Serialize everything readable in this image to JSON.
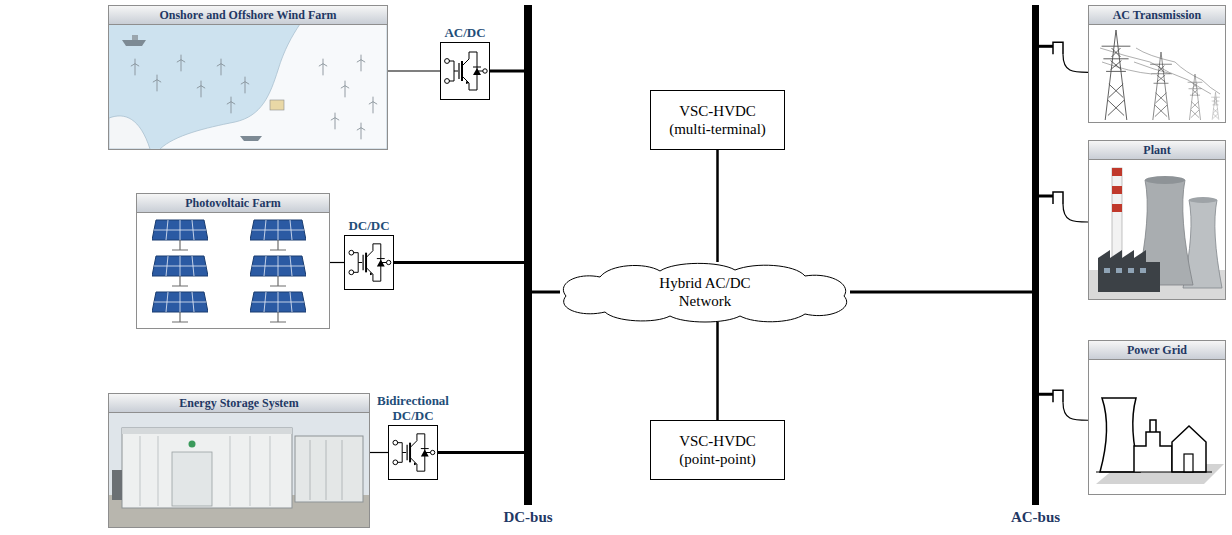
{
  "diagram": {
    "nodes": [
      {
        "text": [
          "Onshore and Offshore Wind Farm"
        ]
      },
      {
        "text": [
          "AC/DC"
        ]
      },
      {
        "text": [
          "Photovoltaic Farm"
        ]
      },
      {
        "text": [
          "DC/DC"
        ]
      },
      {
        "text": [
          "Energy Storage System"
        ]
      },
      {
        "text": [
          "Bidirectional DC/DC"
        ]
      },
      {
        "text": [
          "DC-bus"
        ]
      },
      {
        "text": [
          "VSC-HVDC (multi-terminal)"
        ]
      },
      {
        "text": [
          "Hybrid AC/DC Network"
        ]
      },
      {
        "text": [
          "VSC-HVDC (point-point)"
        ]
      },
      {
        "text": [
          "AC-bus"
        ]
      },
      {
        "text": [
          "AC Transmission"
        ]
      },
      {
        "text": [
          "Plant"
        ]
      },
      {
        "text": [
          "Power Grid"
        ]
      }
    ],
    "edges": [
      {
        "from": 0,
        "to": 1,
        "arrow": "none"
      },
      {
        "from": 1,
        "to": 6,
        "arrow": "none"
      },
      {
        "from": 2,
        "to": 3,
        "arrow": "none"
      },
      {
        "from": 3,
        "to": 6,
        "arrow": "none"
      },
      {
        "from": 4,
        "to": 5,
        "arrow": "none"
      },
      {
        "from": 5,
        "to": 6,
        "arrow": "none"
      },
      {
        "from": 6,
        "to": 8,
        "arrow": "none"
      },
      {
        "from": 7,
        "to": 8,
        "arrow": "none"
      },
      {
        "from": 8,
        "to": 9,
        "arrow": "none"
      },
      {
        "from": 8,
        "to": 10,
        "arrow": "none"
      },
      {
        "from": 10,
        "to": 11,
        "arrow": "none"
      },
      {
        "from": 10,
        "to": 12,
        "arrow": "none"
      },
      {
        "from": 10,
        "to": 13,
        "arrow": "none"
      }
    ]
  }
}
